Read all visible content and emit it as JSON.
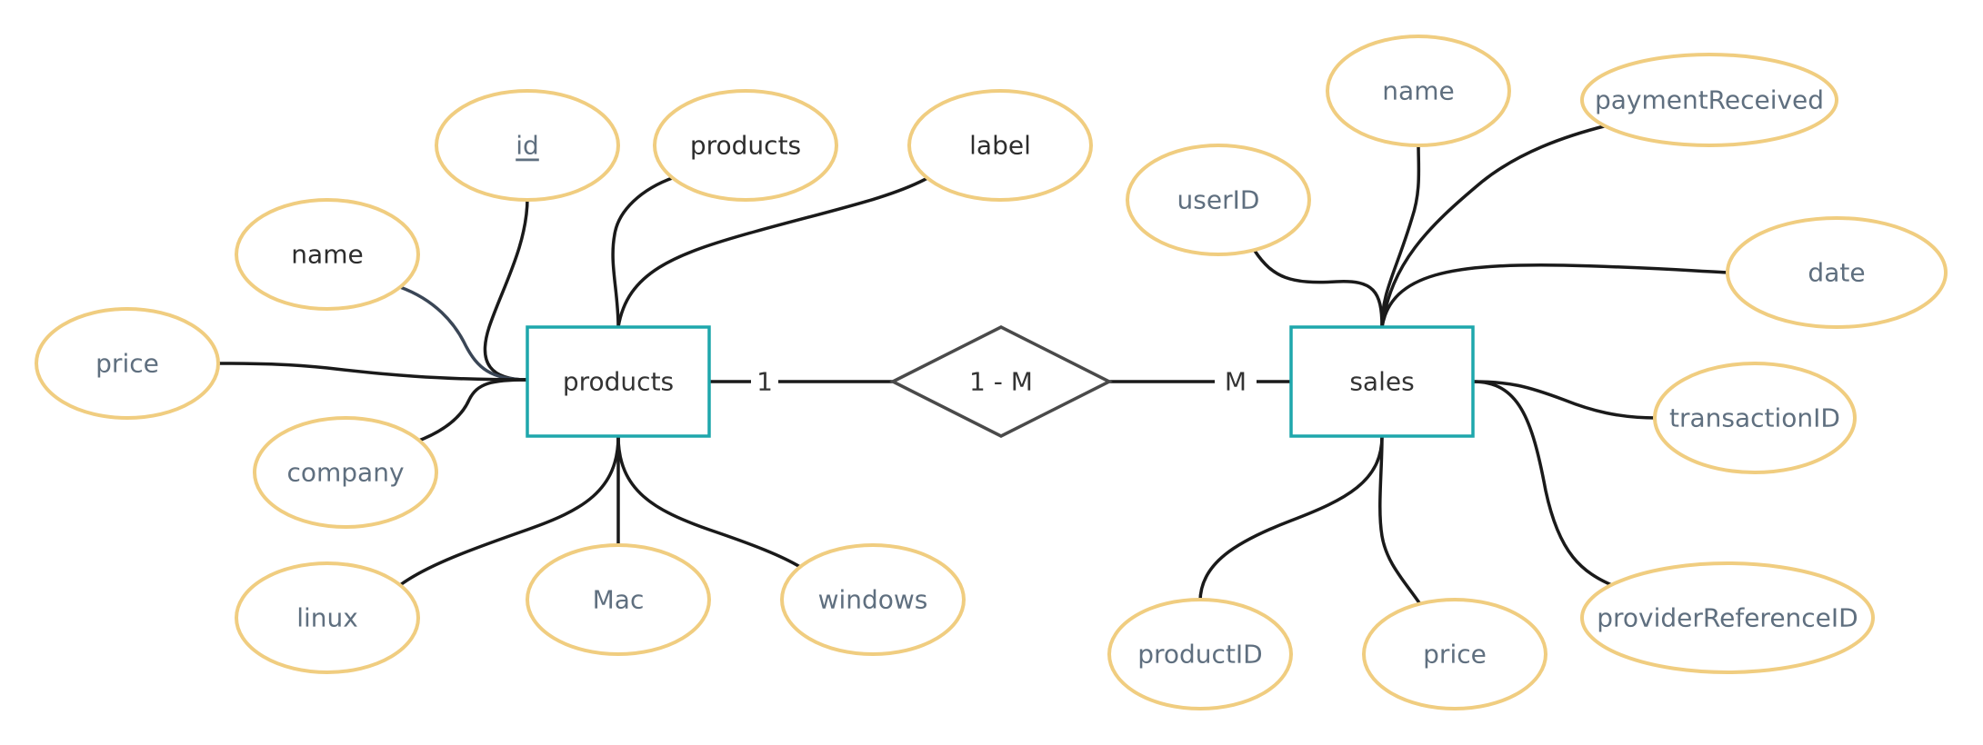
{
  "entities": {
    "products": {
      "label": "products"
    },
    "sales": {
      "label": "sales"
    }
  },
  "relationship": {
    "label": "1 - M",
    "left_cardinality": "1",
    "right_cardinality": "M"
  },
  "products_attributes": {
    "id": "id",
    "products": "products",
    "label": "label",
    "name": "name",
    "price": "price",
    "company": "company",
    "linux": "linux",
    "mac": "Mac",
    "windows": "windows"
  },
  "sales_attributes": {
    "name": "name",
    "payment_received": "paymentReceived",
    "user_id": "userID",
    "date": "date",
    "transaction_id": "transactionID",
    "provider_reference_id": "providerReferenceID",
    "product_id": "productID",
    "price": "price"
  },
  "colors": {
    "attribute_border": "#f0cd80",
    "entity_border": "#1ea7ac",
    "relationship_border": "#4a4a4a",
    "line": "#1a1a1a",
    "attribute_text": "#5f6f7f"
  }
}
